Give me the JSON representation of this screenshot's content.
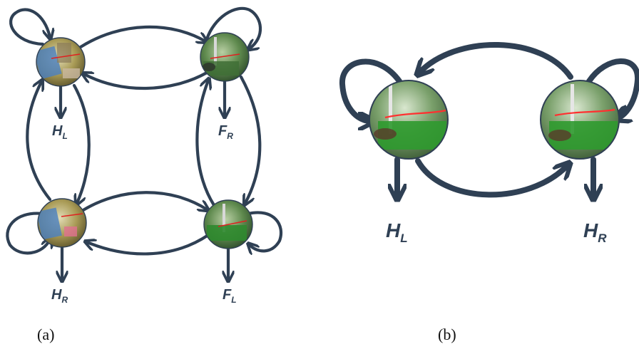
{
  "panels": [
    {
      "caption": "(a)",
      "states": [
        {
          "sub_main": "H",
          "sub": "L"
        },
        {
          "sub_main": "F",
          "sub": "R"
        },
        {
          "sub_main": "H",
          "sub": "R"
        },
        {
          "sub_main": "F",
          "sub": "L"
        }
      ]
    },
    {
      "caption": "(b)",
      "states": [
        {
          "sub_main": "H",
          "sub": "L"
        },
        {
          "sub_main": "H",
          "sub": "R"
        }
      ]
    }
  ],
  "colors": {
    "arrow": "#2f4054",
    "scene_warm": "#a89a55",
    "scene_green": "#5f8a4e",
    "annotation": "#e02020"
  },
  "icons": [
    "video-frame-thumbnail",
    "self-loop-arrow",
    "emission-arrow",
    "transition-arrow"
  ]
}
